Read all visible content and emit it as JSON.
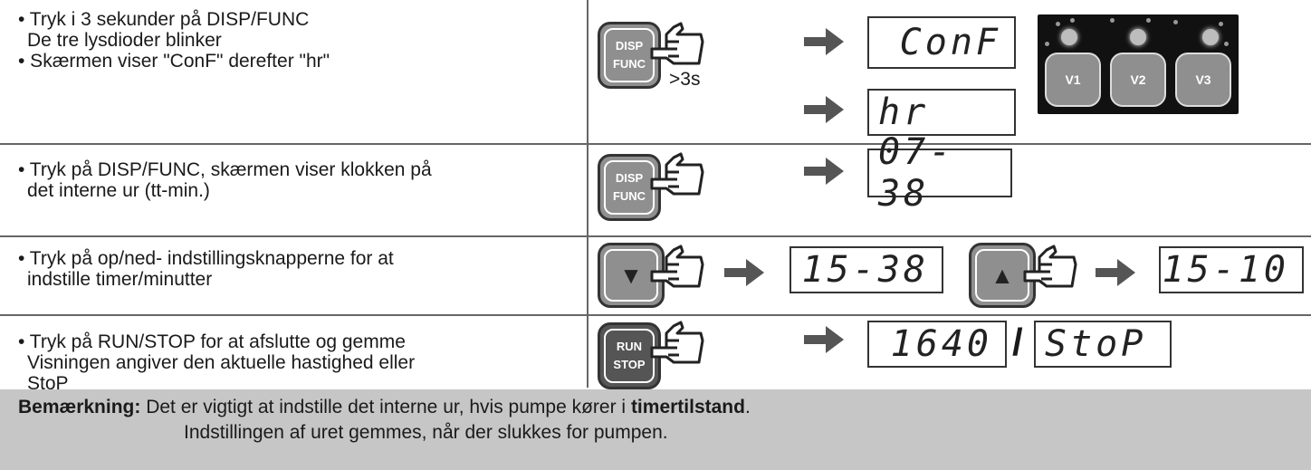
{
  "rows": [
    {
      "lines": [
        "• Tryk i 3 sekunder på DISP/FUNC",
        "   De tre lysdioder blinker",
        "• Skærmen viser \"ConF\" derefter \"hr\""
      ]
    },
    {
      "lines": [
        "• Tryk på DISP/FUNC, skærmen viser klokken på",
        "   det interne ur (tt-min.)"
      ]
    },
    {
      "lines": [
        "• Tryk på op/ned- indstillingsknapperne for at",
        "   indstille timer/minutter"
      ]
    },
    {
      "lines": [
        "• Tryk på RUN/STOP for at afslutte og gemme",
        "   Visningen angiver den aktuelle hastighed eller",
        "   StoP"
      ]
    }
  ],
  "buttons": {
    "disp_top": "DISP",
    "disp_bottom": "FUNC",
    "run_top": "RUN",
    "run_bottom": "STOP",
    "hold_time": ">3s",
    "down_symbol": "▼",
    "up_symbol": "▲"
  },
  "displays": {
    "conf": "ConF",
    "hr": "hr",
    "time": "07-38",
    "time_down": "15-38",
    "time_up": "15-10",
    "speed": "1640",
    "separator": "/",
    "stop": "StoP"
  },
  "leds": [
    "V1",
    "V2",
    "V3"
  ],
  "note": {
    "label": "Bemærkning:",
    "line1_pre": " Det er vigtigt at indstille det interne ur, hvis pumpe kører i ",
    "line1_bold": "timertilstand",
    "line1_post": ".",
    "line2": "Indstillingen af uret gemmes, når der slukkes for pumpen."
  }
}
